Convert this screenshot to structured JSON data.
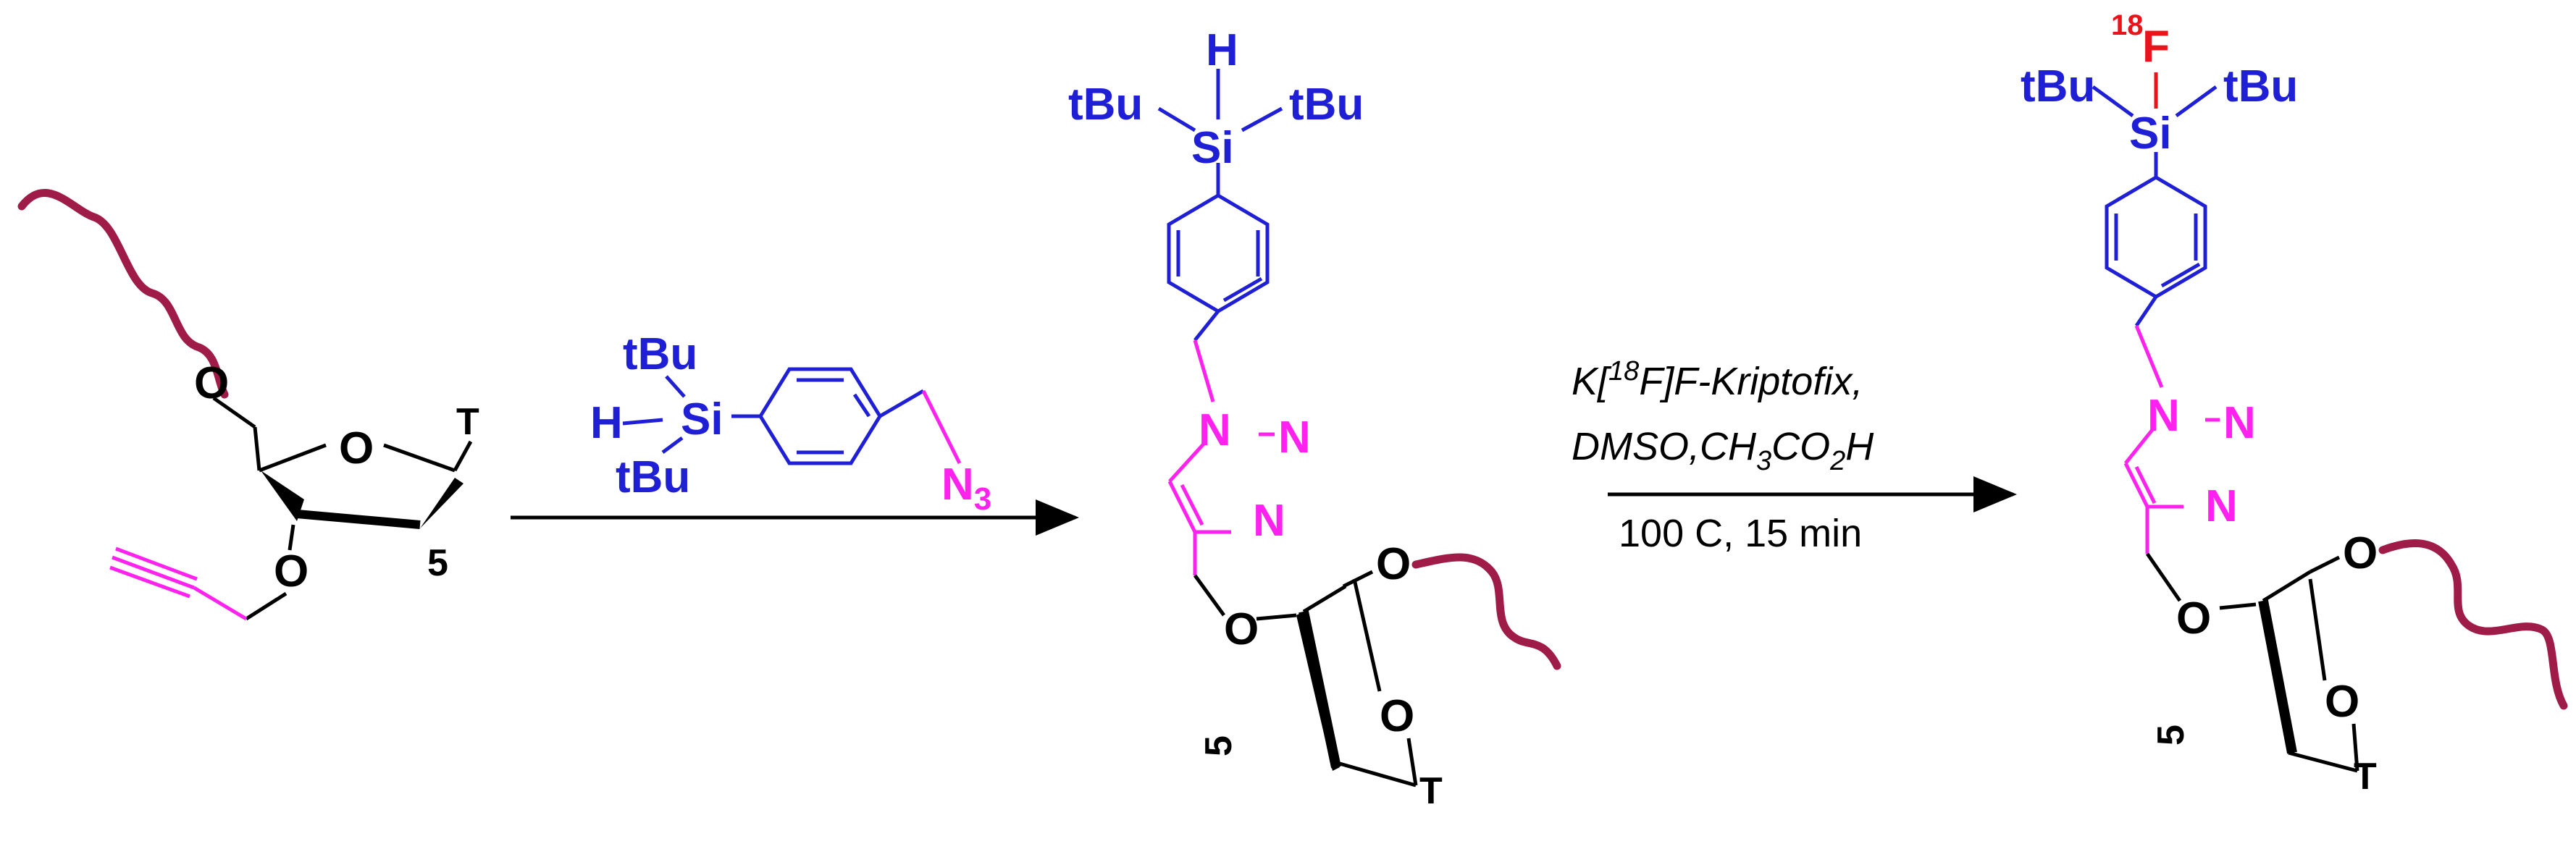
{
  "colors": {
    "black": "#000000",
    "blue": "#1f1fd6",
    "magenta": "#ff22ee",
    "red": "#e8141a",
    "oligo": "#a01c48"
  },
  "start": {
    "ring_o": "O",
    "chain_o": "O",
    "alkyne_o": "O",
    "base": "T",
    "position": "5"
  },
  "reagent": {
    "tbu_top": "tBu",
    "tbu_bottom": "tBu",
    "h": "H",
    "si": "Si",
    "azide_n": "N",
    "azide_sub": "3"
  },
  "intermediate": {
    "h": "H",
    "tbu_left": "tBu",
    "tbu_right": "tBu",
    "si": "Si",
    "n1": "N",
    "n2": "N",
    "n3": "N",
    "linker_o": "O",
    "ring_o": "O",
    "chain_o": "O",
    "position": "5",
    "base": "T"
  },
  "conditions": {
    "line1_pre": "K[",
    "line1_sup": "18",
    "line1_post": "F]F-Kriptofix,",
    "line2_a": "DMSO,CH",
    "line2_s1": "3",
    "line2_b": "CO",
    "line2_s2": "2",
    "line2_c": "H",
    "line3": "100 C, 15 min"
  },
  "product": {
    "iso": "18",
    "f": "F",
    "tbu_left": "tBu",
    "tbu_right": "tBu",
    "si": "Si",
    "n1": "N",
    "n2": "N",
    "n3": "N",
    "linker_o": "O",
    "ring_o": "O",
    "chain_o": "O",
    "position": "5",
    "base": "T"
  }
}
